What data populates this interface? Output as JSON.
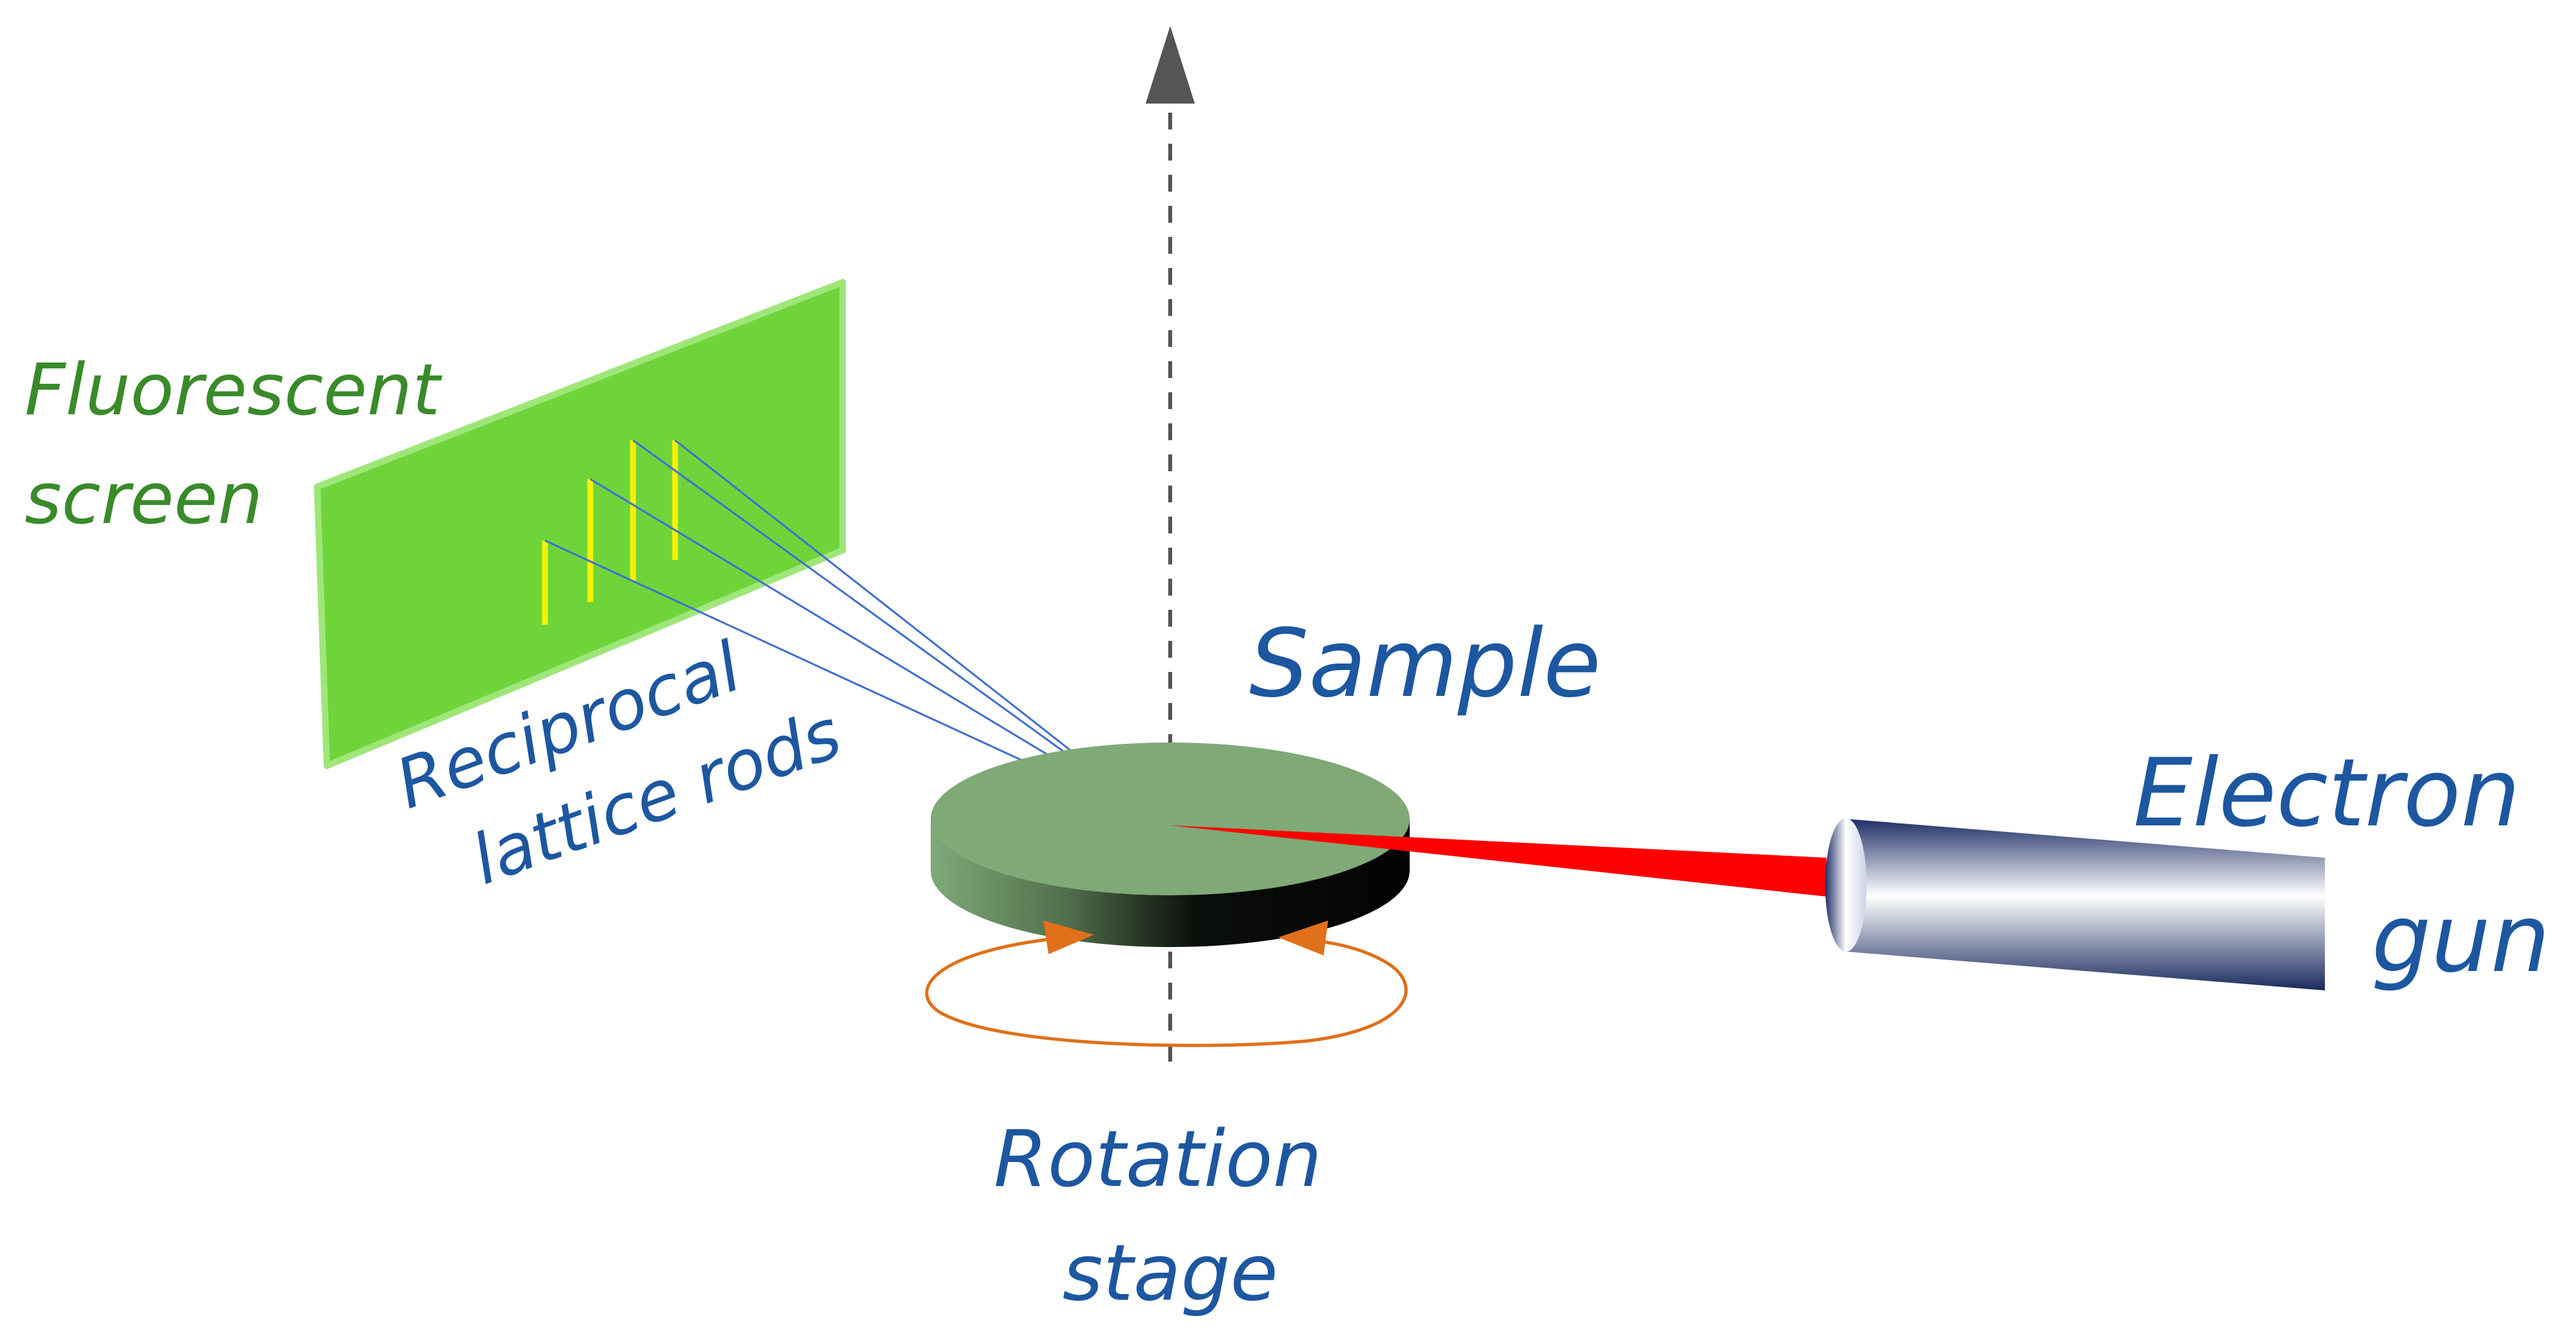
{
  "labels": {
    "fluorescent_screen": [
      "Fluorescent",
      "screen"
    ],
    "reciprocal_lattice_rods": [
      "Reciprocal",
      "lattice rods"
    ],
    "sample": "Sample",
    "electron_gun": [
      "Electron",
      "gun"
    ],
    "rotation_stage": [
      "Rotation",
      "stage"
    ]
  },
  "colors": {
    "screen_fill": "#6fd43a",
    "screen_edge": "#9fe67a",
    "screen_label": "#3a8a2a",
    "blue_label": "#1d57a0",
    "rods": "#f5f200",
    "diffraction_lines": "#3f6fd0",
    "sample_top": "#7fa977",
    "beam": "#ff0000",
    "rotation_arrow": "#e0701a",
    "axis": "#555555"
  }
}
